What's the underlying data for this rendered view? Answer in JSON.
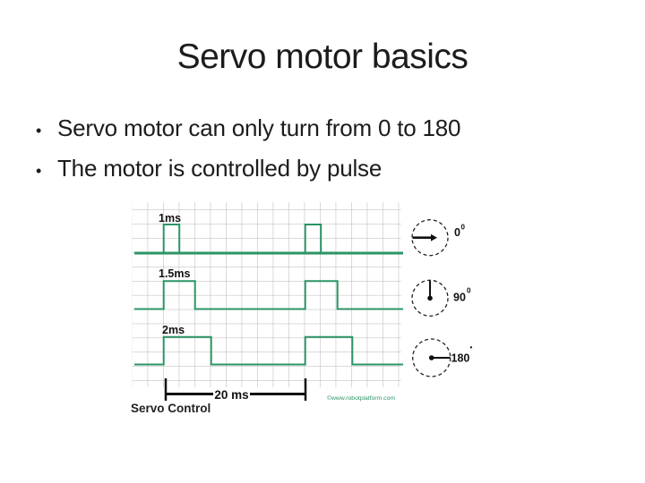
{
  "slide": {
    "title": "Servo motor basics",
    "bullet_glyph": "•",
    "bullets": [
      "Servo motor can only turn from 0 to 180",
      "The motor is controlled by pulse"
    ]
  },
  "diagram": {
    "type": "timing-diagram",
    "caption": "Servo Control",
    "period_label": "20 ms",
    "watermark": "©www.robotplatform.com",
    "colors": {
      "trace": "#2b9566",
      "grid": "#b5b5b5",
      "ink": "#111111"
    },
    "rows": [
      {
        "pulse_label": "1ms",
        "pulse_ms": 1,
        "angle_label": "0",
        "angle_sup": "0",
        "pointer": "right-to-center"
      },
      {
        "pulse_label": "1.5ms",
        "pulse_ms": 1.5,
        "angle_label": "90",
        "angle_sup": "0",
        "pointer": "up"
      },
      {
        "pulse_label": "2ms",
        "pulse_ms": 2,
        "angle_label": "180",
        "angle_sup": "•",
        "pointer": "right"
      }
    ],
    "period_ms": 20
  }
}
